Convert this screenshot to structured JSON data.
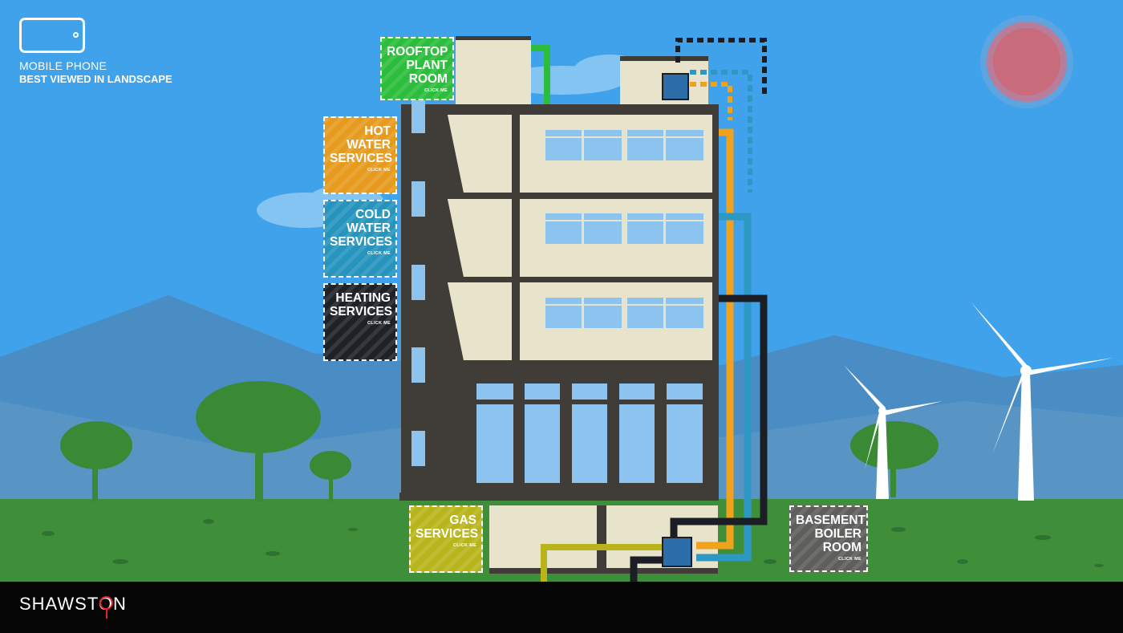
{
  "hint": {
    "line1": "MOBILE PHONE",
    "line2": "BEST VIEWED IN LANDSCAPE",
    "icon": "phone-landscape-icon"
  },
  "services": [
    {
      "id": "rooftop",
      "title": "ROOFTOP\nPLANT\nROOM",
      "cta": "CLICK ME",
      "color": "#2dbd3c"
    },
    {
      "id": "hotwater",
      "title": "HOT\nWATER\nSERVICES",
      "cta": "CLICK ME",
      "color": "#e69b1e"
    },
    {
      "id": "coldwater",
      "title": "COLD\nWATER\nSERVICES",
      "cta": "CLICK ME",
      "color": "#2694bd"
    },
    {
      "id": "heating",
      "title": "HEATING\nSERVICES",
      "cta": "CLICK ME",
      "color": "#1f2128"
    },
    {
      "id": "gas",
      "title": "GAS\nSERVICES",
      "cta": "CLICK ME",
      "color": "#b8b51c"
    },
    {
      "id": "basement",
      "title": "BASEMENT\nBOILER\nROOM",
      "cta": "CLICK ME",
      "color": "#5e5e5c"
    }
  ],
  "footer": {
    "logo_text": "SHAWSTON",
    "logo_icon": "shawston-pin-icon"
  },
  "colors": {
    "sky": "#3fa2ea",
    "mountain": "#4a8cc4",
    "grass": "#3f8f3a",
    "building_wall": "#e8e4cc",
    "building_frame": "#403c38",
    "window": "#8dc3ef",
    "sun": "#c86b7a",
    "pipe_hot": "#f0a21c",
    "pipe_cold": "#2e98c5",
    "pipe_heating": "#1c1e26",
    "pipe_green": "#2dbd3c",
    "pipe_gas": "#b8b51c"
  }
}
